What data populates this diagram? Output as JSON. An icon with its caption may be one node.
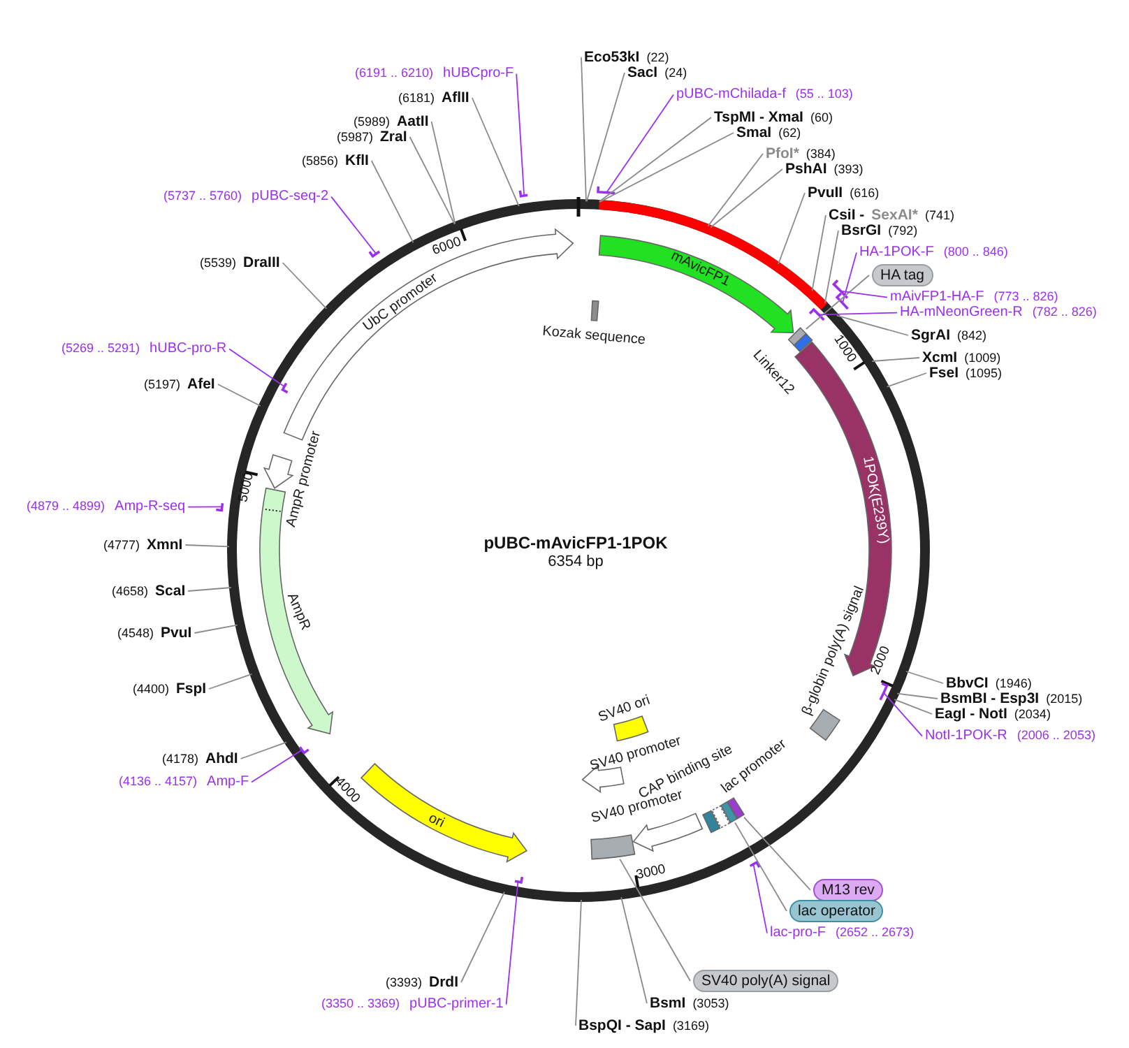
{
  "diagram": {
    "title": "pUBC-mAvicFP1-1POK",
    "nodes": [
      {
        "text": [
          "Eco53kI",
          "(22)"
        ]
      },
      {
        "text": [
          "SacI",
          "(24)"
        ]
      },
      {
        "text": [
          "pUBC-mChilada-f",
          "(55 .. 103)"
        ]
      },
      {
        "text": [
          "TspMI - XmaI",
          "(60)"
        ]
      },
      {
        "text": [
          "SmaI",
          "(62)"
        ]
      },
      {
        "text": [
          "PfoI*",
          "(384)"
        ]
      },
      {
        "text": [
          "PshAI",
          "(393)"
        ]
      },
      {
        "text": [
          "PvuII",
          "(616)"
        ]
      },
      {
        "text": [
          "CsiI -",
          "SexAI*",
          "(741)"
        ]
      },
      {
        "text": [
          "BsrGI",
          "(792)"
        ]
      },
      {
        "text": [
          "HA-1POK-F",
          "(800 .. 846)"
        ]
      },
      {
        "text": [
          "HA tag"
        ]
      },
      {
        "text": [
          "mAivFP1-HA-F",
          "(773 .. 826)"
        ]
      },
      {
        "text": [
          "HA-mNeonGreen-R",
          "(782 .. 826)"
        ]
      },
      {
        "text": [
          "SgrAI",
          "(842)"
        ]
      },
      {
        "text": [
          "XcmI",
          "(1009)"
        ]
      },
      {
        "text": [
          "FseI",
          "(1095)"
        ]
      },
      {
        "text": [
          "BbvCI",
          "(1946)"
        ]
      },
      {
        "text": [
          "BsmBI - Esp3I",
          "(2015)"
        ]
      },
      {
        "text": [
          "EagI - NotI",
          "(2034)"
        ]
      },
      {
        "text": [
          "NotI-1POK-R",
          "(2006 .. 2053)"
        ]
      },
      {
        "text": [
          "M13 rev"
        ]
      },
      {
        "text": [
          "lac operator"
        ]
      },
      {
        "text": [
          "lac-pro-F",
          "(2652 .. 2673)"
        ]
      },
      {
        "text": [
          "SV40 poly(A) signal"
        ]
      },
      {
        "text": [
          "BsmI",
          "(3053)"
        ]
      },
      {
        "text": [
          "BspQI - SapI",
          "(3169)"
        ]
      },
      {
        "text": [
          "(3393)",
          "DrdI"
        ]
      },
      {
        "text": [
          "(3350 .. 3369)",
          "pUBC-primer-1"
        ]
      },
      {
        "text": [
          "(4136 .. 4157)",
          "Amp-F"
        ]
      },
      {
        "text": [
          "(4178)",
          "AhdI"
        ]
      },
      {
        "text": [
          "(4400)",
          "FspI"
        ]
      },
      {
        "text": [
          "(4548)",
          "PvuI"
        ]
      },
      {
        "text": [
          "(4658)",
          "ScaI"
        ]
      },
      {
        "text": [
          "(4777)",
          "XmnI"
        ]
      },
      {
        "text": [
          "(4879 .. 4899)",
          "Amp-R-seq"
        ]
      },
      {
        "text": [
          "(5197)",
          "AfeI"
        ]
      },
      {
        "text": [
          "(5269 .. 5291)",
          "hUBC-pro-R"
        ]
      },
      {
        "text": [
          "(5539)",
          "DraIII"
        ]
      },
      {
        "text": [
          "(5737 .. 5760)",
          "pUBC-seq-2"
        ]
      },
      {
        "text": [
          "(5856)",
          "KflI"
        ]
      },
      {
        "text": [
          "(5987)",
          "ZraI"
        ]
      },
      {
        "text": [
          "(5989)",
          "AatII"
        ]
      },
      {
        "text": [
          "(6181)",
          "AflII"
        ]
      },
      {
        "text": [
          "(6191 .. 6210)",
          "hUBCpro-F"
        ]
      },
      {
        "text": [
          "mAvicFP1"
        ]
      },
      {
        "text": [],
        "shape": "box"
      },
      {
        "text": [
          "Linker12"
        ]
      },
      {
        "text": [
          "1POK(E239Y)"
        ]
      },
      {
        "text": [
          "β-globin poly(A) signal"
        ]
      },
      {
        "text": [
          "Kozak sequence"
        ]
      },
      {
        "text": [
          "SV40 ori"
        ]
      },
      {
        "text": [
          "SV40 promoter"
        ]
      },
      {
        "text": [
          "SV40 promoter"
        ]
      },
      {
        "text": [],
        "shape": "box"
      },
      {
        "text": [
          "CAP binding site"
        ]
      },
      {
        "text": [
          "lac promoter"
        ]
      },
      {
        "text": [],
        "shape": "box"
      },
      {
        "text": [],
        "shape": "box"
      },
      {
        "text": [
          "ori"
        ]
      },
      {
        "text": [
          "AmpR"
        ]
      },
      {
        "text": [
          "AmpR promoter"
        ]
      },
      {
        "text": [
          "UbC promoter"
        ]
      }
    ],
    "edges": [
      {
        "from": 0,
        "to": null,
        "arrow": "none"
      },
      {
        "from": 1,
        "to": null,
        "arrow": "none"
      },
      {
        "from": 2,
        "to": null,
        "arrow": "none",
        "color": "#9b30ef"
      },
      {
        "from": 3,
        "to": null,
        "arrow": "none"
      },
      {
        "from": 4,
        "to": null,
        "arrow": "none"
      },
      {
        "from": 5,
        "to": null,
        "arrow": "none"
      },
      {
        "from": 6,
        "to": null,
        "arrow": "none"
      },
      {
        "from": 7,
        "to": null,
        "arrow": "none"
      },
      {
        "from": 8,
        "to": null,
        "arrow": "none"
      },
      {
        "from": 9,
        "to": null,
        "arrow": "none"
      },
      {
        "from": 10,
        "to": null,
        "arrow": "none",
        "color": "#9b30ef"
      },
      {
        "from": 11,
        "to": 46,
        "arrow": "none"
      },
      {
        "from": 12,
        "to": null,
        "arrow": "none",
        "color": "#9b30ef"
      },
      {
        "from": 13,
        "to": null,
        "arrow": "none",
        "color": "#9b30ef"
      },
      {
        "from": 14,
        "to": null,
        "arrow": "none"
      },
      {
        "from": 15,
        "to": null,
        "arrow": "none"
      },
      {
        "from": 16,
        "to": null,
        "arrow": "none"
      },
      {
        "from": 17,
        "to": null,
        "arrow": "none"
      },
      {
        "from": 18,
        "to": null,
        "arrow": "none"
      },
      {
        "from": 19,
        "to": null,
        "arrow": "none"
      },
      {
        "from": 20,
        "to": null,
        "arrow": "none",
        "color": "#9b30ef"
      },
      {
        "from": 21,
        "to": 58,
        "arrow": "none"
      },
      {
        "from": 22,
        "to": 57,
        "arrow": "none"
      },
      {
        "from": 23,
        "to": null,
        "arrow": "none",
        "color": "#9b30ef"
      },
      {
        "from": 24,
        "to": 54,
        "arrow": "none"
      },
      {
        "from": 25,
        "to": null,
        "arrow": "none"
      },
      {
        "from": 26,
        "to": null,
        "arrow": "none"
      },
      {
        "from": 27,
        "to": null,
        "arrow": "none"
      },
      {
        "from": 28,
        "to": null,
        "arrow": "none",
        "color": "#9b30ef"
      },
      {
        "from": 29,
        "to": null,
        "arrow": "none",
        "color": "#9b30ef"
      },
      {
        "from": 30,
        "to": null,
        "arrow": "none"
      },
      {
        "from": 31,
        "to": null,
        "arrow": "none"
      },
      {
        "from": 32,
        "to": null,
        "arrow": "none"
      },
      {
        "from": 33,
        "to": null,
        "arrow": "none"
      },
      {
        "from": 34,
        "to": null,
        "arrow": "none"
      },
      {
        "from": 35,
        "to": null,
        "arrow": "none",
        "color": "#9b30ef"
      },
      {
        "from": 36,
        "to": null,
        "arrow": "none"
      },
      {
        "from": 37,
        "to": null,
        "arrow": "none",
        "color": "#9b30ef"
      },
      {
        "from": 38,
        "to": null,
        "arrow": "none"
      },
      {
        "from": 39,
        "to": null,
        "arrow": "none",
        "color": "#9b30ef"
      },
      {
        "from": 40,
        "to": null,
        "arrow": "none"
      },
      {
        "from": 41,
        "to": null,
        "arrow": "none"
      },
      {
        "from": 42,
        "to": null,
        "arrow": "none"
      },
      {
        "from": 43,
        "to": null,
        "arrow": "none"
      },
      {
        "from": 44,
        "to": null,
        "arrow": "none",
        "color": "#9b30ef"
      }
    ],
    "labels": [
      "6000",
      "1000",
      "5000",
      "6354 bp",
      "2000",
      "4000",
      "3000"
    ]
  }
}
